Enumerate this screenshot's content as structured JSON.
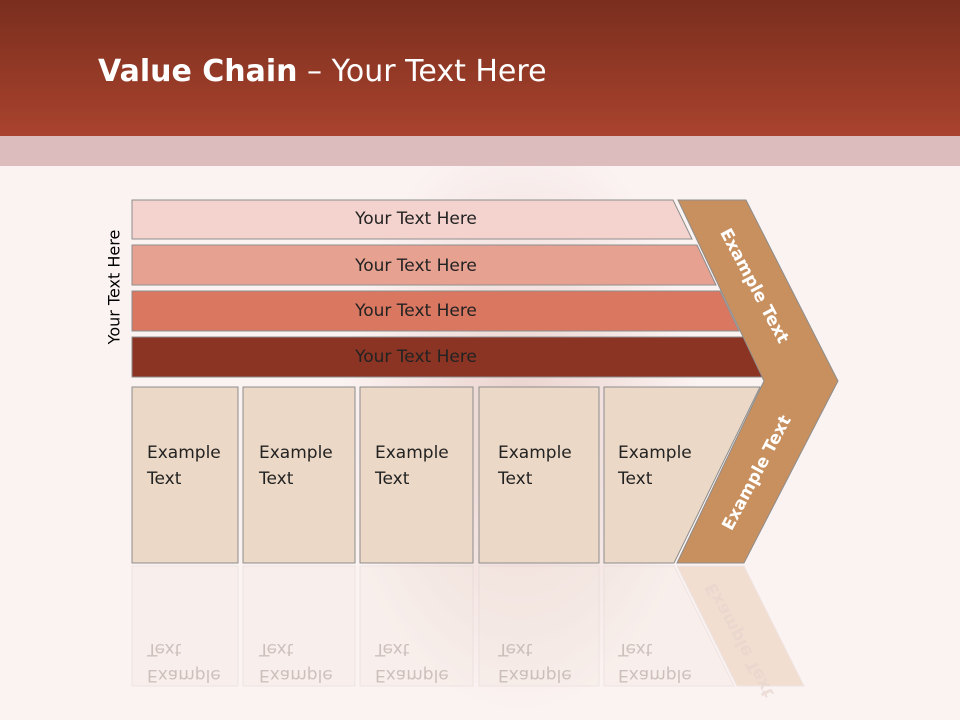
{
  "title": {
    "bold": "Value Chain",
    "rest": " – Your Text Here"
  },
  "side_label": "Your Text Here",
  "support_rows": [
    {
      "label": "Your Text Here",
      "color": "#f4d3ce"
    },
    {
      "label": "Your Text Here",
      "color": "#e6a191"
    },
    {
      "label": "Your Text Here",
      "color": "#d97761"
    },
    {
      "label": "Your Text Here",
      "color": "#8b3423"
    }
  ],
  "activities": [
    {
      "line1": "Example",
      "line2": "Text"
    },
    {
      "line1": "Example",
      "line2": "Text"
    },
    {
      "line1": "Example",
      "line2": "Text"
    },
    {
      "line1": "Example",
      "line2": "Text"
    },
    {
      "line1": "Example",
      "line2": "Text"
    }
  ],
  "margin": {
    "upper": "Example Text",
    "lower": "Example Text",
    "reflection": "Example Text",
    "color": "#c8905f"
  },
  "colors": {
    "header": "#a9432e",
    "activity_fill": "#ebd8c6",
    "outline": "#8d8d8d"
  }
}
